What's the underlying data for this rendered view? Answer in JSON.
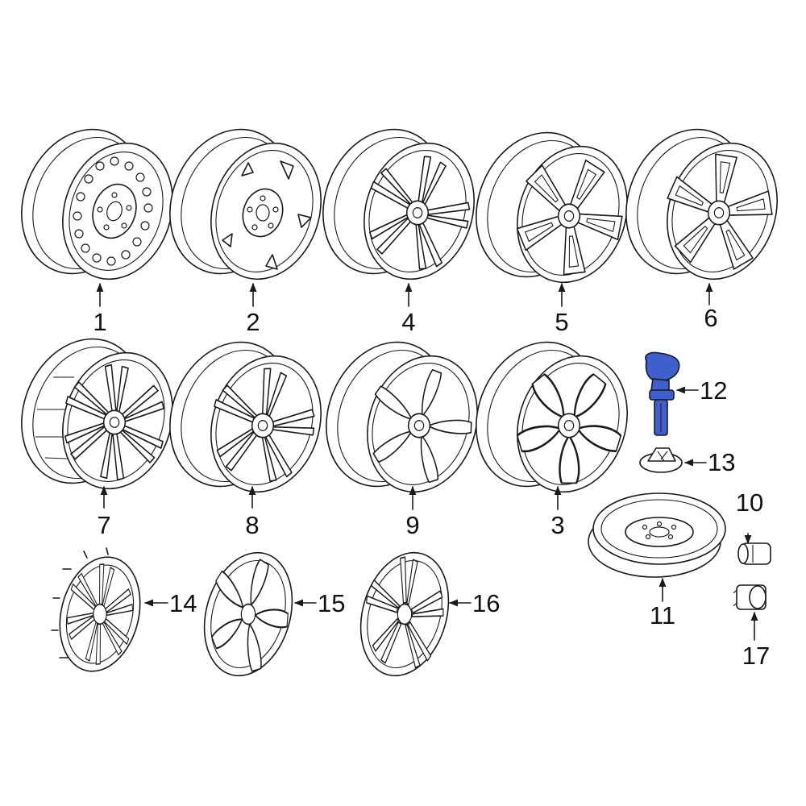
{
  "colors": {
    "highlight": "#3f5fcf",
    "line": "#1a1a1a",
    "background": "#ffffff"
  },
  "callouts": [
    {
      "id": "1",
      "label": "1"
    },
    {
      "id": "2",
      "label": "2"
    },
    {
      "id": "4",
      "label": "4"
    },
    {
      "id": "5",
      "label": "5"
    },
    {
      "id": "6",
      "label": "6"
    },
    {
      "id": "7",
      "label": "7"
    },
    {
      "id": "8",
      "label": "8"
    },
    {
      "id": "9",
      "label": "9"
    },
    {
      "id": "3",
      "label": "3"
    },
    {
      "id": "12",
      "label": "12",
      "highlighted": true
    },
    {
      "id": "13",
      "label": "13"
    },
    {
      "id": "10",
      "label": "10"
    },
    {
      "id": "11",
      "label": "11"
    },
    {
      "id": "14",
      "label": "14"
    },
    {
      "id": "15",
      "label": "15"
    },
    {
      "id": "16",
      "label": "16"
    },
    {
      "id": "17",
      "label": "17"
    }
  ]
}
